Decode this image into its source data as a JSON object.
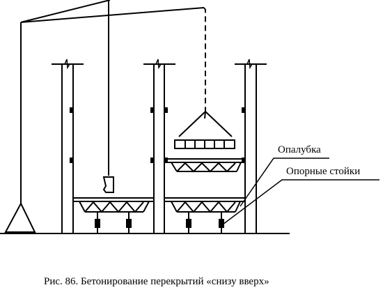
{
  "labels": {
    "formwork": "Опалубка",
    "support_posts": "Опорные стойки"
  },
  "caption": "Рис. 86. Бетонирование перекрытий «снизу вверх»",
  "colors": {
    "line": "#000000",
    "background": "#ffffff"
  }
}
